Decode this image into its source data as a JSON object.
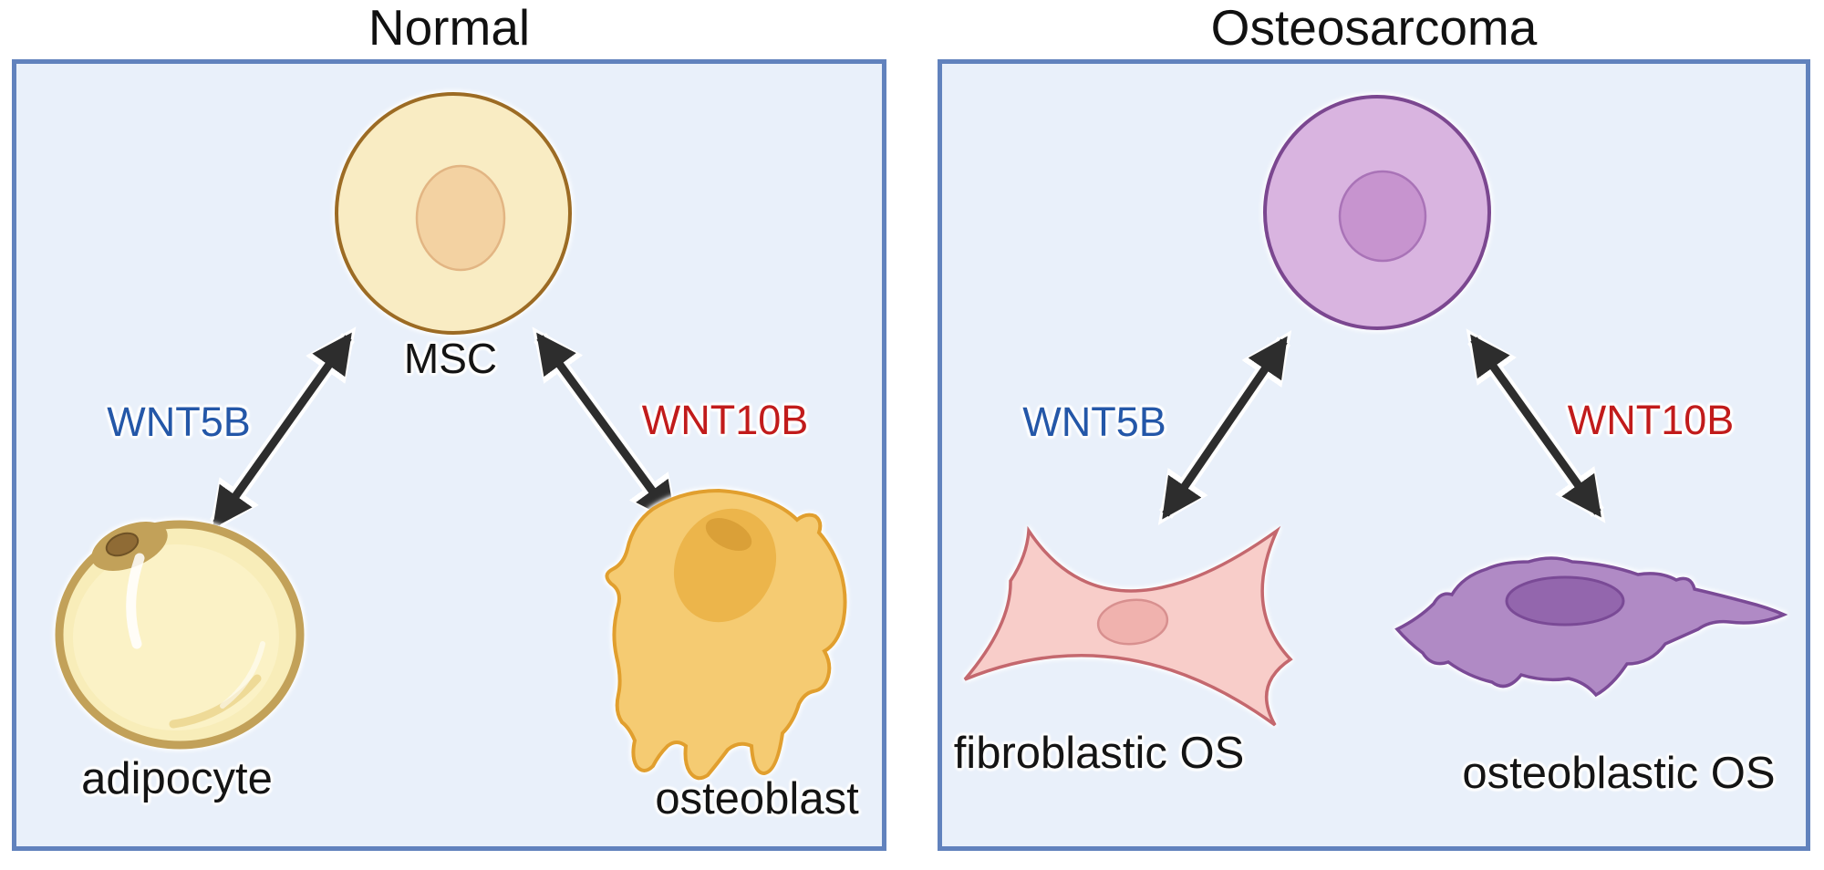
{
  "colors": {
    "panel_border": "#6182bd",
    "panel_fill": "#e9f0fa",
    "arrow": "#2d2d2d",
    "title_text": "#111111",
    "label_text": "#141414",
    "wnt5b": "#2457a8",
    "wnt10b": "#c11b1b"
  },
  "panels": [
    {
      "title": "Normal",
      "top_cell_label": "MSC",
      "pathways": [
        {
          "gene": "WNT5B",
          "color": "#2457a8",
          "target_cell": "adipocyte"
        },
        {
          "gene": "WNT10B",
          "color": "#c11b1b",
          "target_cell": "osteoblast"
        }
      ]
    },
    {
      "title": "Osteosarcoma",
      "pathways": [
        {
          "gene": "WNT5B",
          "color": "#2457a8",
          "target_cell": "fibroblastic OS"
        },
        {
          "gene": "WNT10B",
          "color": "#c11b1b",
          "target_cell": "osteoblastic OS"
        }
      ]
    }
  ],
  "cells": {
    "msc": {
      "label": "MSC",
      "body": "#f9ecc3",
      "outline": "#9c6b24",
      "nucleus": "#f3d2a2",
      "nucleus_outline": "#e2b583"
    },
    "osteosarcoma_cell": {
      "body": "#d9b4e0",
      "outline": "#7b4790",
      "nucleus": "#c794cf",
      "nucleus_outline": "#a973b7"
    },
    "adipocyte": {
      "label": "adipocyte",
      "body": "#f8edb9",
      "rim": "#c2a159",
      "nucleus": "#8f6b35"
    },
    "osteoblast": {
      "label": "osteoblast",
      "body": "#f5cb72",
      "outline": "#e19f2e",
      "inner_region": "#ecb54b",
      "nucleolus": "#daa038"
    },
    "fibroblastic_os": {
      "label": "fibroblastic OS",
      "body": "#f8cdc9",
      "outline": "#c4686e",
      "nucleus": "#f0b2ae",
      "nucleus_outline": "#d8908f"
    },
    "osteoblastic_os": {
      "label": "osteoblastic OS",
      "body": "#b08ac5",
      "outline": "#7a4a96",
      "nucleus": "#9366ad"
    }
  }
}
